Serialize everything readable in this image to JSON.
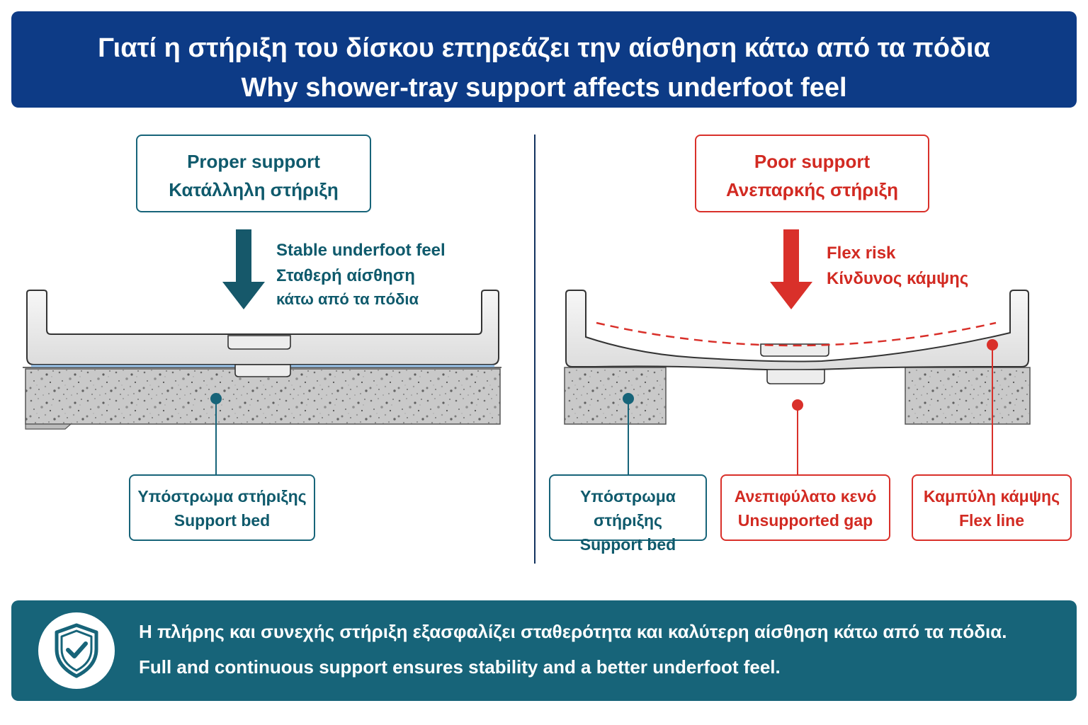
{
  "header": {
    "title_gr": "Γιατί η στήριξη του δίσκου επηρεάζει την αίσθηση κάτω από τα πόδια",
    "title_en": "Why shower-tray support affects underfoot feel"
  },
  "left_panel": {
    "title_en": "Proper support",
    "title_gr": "Κατάλληλη στήριξη",
    "arrow_label_en": "Stable underfoot feel",
    "arrow_label_gr_1": "Σταθερή αίσθηση",
    "arrow_label_gr_2": "κάτω από τα πόδια",
    "callout_gr": "Υπόστρωμα στήριξης",
    "callout_en": "Support bed",
    "accent": "#176479"
  },
  "right_panel": {
    "title_en": "Poor support",
    "title_gr": "Ανεπαρκής στήριξη",
    "arrow_label_en": "Flex risk",
    "arrow_label_gr": "Κίνδυνος κάμψης",
    "callout_bed_gr": "Υπόστρωμα στήριξης",
    "callout_bed_en": "Support bed",
    "callout_gap_gr": "Ανεπιφύλατο κενό",
    "callout_gap_en": "Unsupported gap",
    "callout_flex_gr": "Καμπύλη κάμψης",
    "callout_flex_en": "Flex line",
    "accent": "#d9302a"
  },
  "footer": {
    "text_gr": "Η πλήρης και συνεχής στήριξη εξασφαλίζει σταθερότητα και καλύτερη αίσθηση κάτω από τα πόδια.",
    "text_en": "Full and continuous support ensures stability and a better underfoot feel.",
    "icon": "shield-check-icon"
  },
  "colors": {
    "header_bg": "#0d3b86",
    "footer_bg": "#176479",
    "teal": "#176479",
    "red": "#d9302a"
  }
}
